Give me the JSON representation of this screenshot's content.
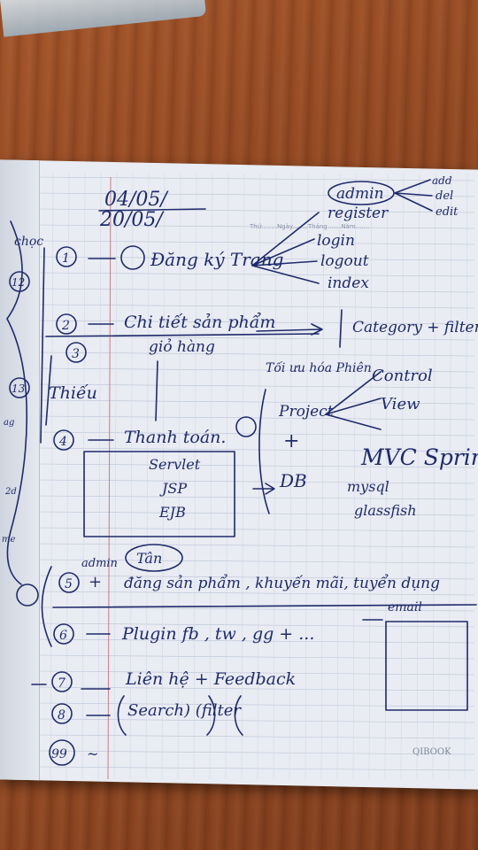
{
  "notes": {
    "date_start": "04/05/",
    "date_end": "20/05/",
    "top_right": [
      "admin",
      "register",
      "login",
      "logout",
      "index"
    ],
    "crud": [
      "add",
      "del",
      "edit"
    ],
    "header_fields": "Thứ........Ngày........Tháng.......Năm.......",
    "left_margin": [
      "chọc",
      "12",
      "13",
      "ag",
      "2d",
      "me"
    ],
    "items": [
      {
        "num": "1",
        "text": "Đăng ký Trang"
      },
      {
        "num": "2",
        "text": "Chi tiết sản phẩm"
      },
      {
        "num": "3",
        "text": "giỏ hàng"
      },
      {
        "num": "4",
        "text": "Thanh toán."
      },
      {
        "num": "5",
        "text": "đăng sản phẩm , khuyến mãi, tuyển dụng"
      },
      {
        "num": "6",
        "text": "Plugin fb , tw , gg + ..."
      },
      {
        "num": "7",
        "text": "Liên hệ + Feedback"
      },
      {
        "num": "8",
        "text": "Search) (filter"
      },
      {
        "num": "99",
        "text": "~"
      }
    ],
    "thieu": "Thiếu",
    "category": "Category + filter",
    "toi_uu": "Tối ưu hóa Phiên",
    "box_items": [
      "Servlet",
      "JSP",
      "EJB"
    ],
    "project": "Project",
    "mvc": [
      "Control",
      "View"
    ],
    "db": "DB",
    "mvc_spring": "MVC Spring",
    "db_items": [
      "mysql",
      "glassfish"
    ],
    "admin_tan": [
      "admin",
      "Tân"
    ],
    "email": "email",
    "brand": "QIBOOK"
  }
}
